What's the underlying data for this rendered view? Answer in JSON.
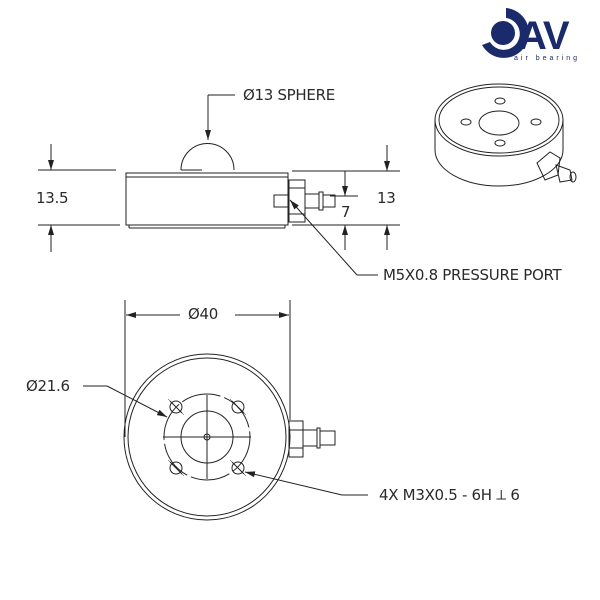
{
  "logo": {
    "brand": "AV",
    "tagline": "air bearing",
    "color": "#1b2a6b"
  },
  "side_view": {
    "sphere_callout": "Ø13 SPHERE",
    "height_total": "13.5",
    "height_body": "13",
    "port_height": "7",
    "port_callout": "M5X0.8 PRESSURE PORT"
  },
  "top_view": {
    "outer_diameter": "Ø40",
    "bolt_circle_diameter": "Ø21.6",
    "thread_callout": "4X M3X0.5  - 6H ⟂ 6"
  },
  "colors": {
    "line": "#222222",
    "text": "#2a2a2a",
    "brand": "#1b2a6b"
  }
}
